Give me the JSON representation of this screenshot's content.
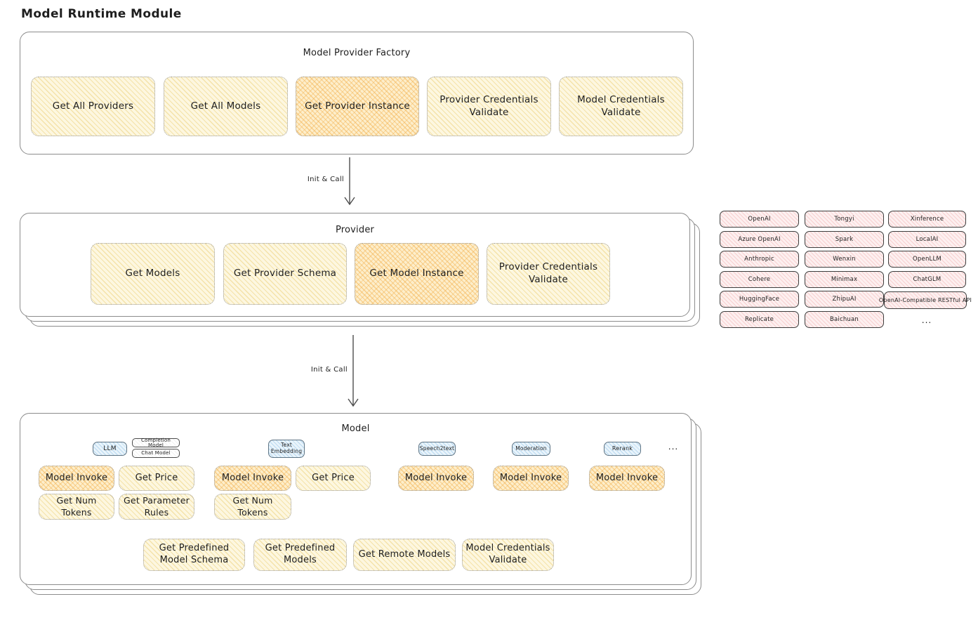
{
  "page_title": "Model Runtime Module",
  "arrows": {
    "init_call": "Init & Call"
  },
  "factory": {
    "title": "Model Provider Factory",
    "buttons": [
      "Get All Providers",
      "Get All Models",
      "Get Provider Instance",
      "Provider Credentials Validate",
      "Model Credentials Validate"
    ]
  },
  "provider": {
    "title": "Provider",
    "buttons": [
      "Get Models",
      "Get Provider Schema",
      "Get Model Instance",
      "Provider Credentials Validate"
    ]
  },
  "provider_list": {
    "column_1": [
      "OpenAI",
      "Azure OpenAI",
      "Anthropic",
      "Cohere",
      "HuggingFace",
      "Replicate"
    ],
    "column_2": [
      "Tongyi",
      "Spark",
      "Wenxin",
      "Minimax",
      "ZhipuAI",
      "Baichuan"
    ],
    "column_3": [
      "Xinference",
      "LocalAI",
      "OpenLLM",
      "ChatGLM",
      "OpenAI-Compatible RESTful API"
    ],
    "more": "..."
  },
  "model": {
    "title": "Model",
    "types": {
      "llm": "LLM",
      "completion_model": "Completion Model",
      "chat_model": "Chat Model",
      "text_embedding": "Text Embedding",
      "speech2text": "Speech2text",
      "moderation": "Moderation",
      "rerank": "Rerank",
      "more": "..."
    },
    "actions": {
      "model_invoke": "Model Invoke",
      "get_price": "Get Price",
      "get_num_tokens": "Get Num Tokens",
      "get_parameter_rules": "Get Parameter Rules",
      "get_predefined_model_schema": "Get Predefined Model Schema",
      "get_predefined_models": "Get Predefined Models",
      "get_remote_models": "Get Remote Models",
      "model_credentials_validate": "Model Credentials Validate"
    }
  },
  "colors": {
    "action_button_fill": "#fdf7e0",
    "action_button_hatch": "#ecd27d",
    "highlighted_button_fill": "#fdeecb",
    "highlighted_button_hatch": "#f3b250",
    "model_type_tag_fill": "#e9f4fb",
    "provider_chip_fill": "#fdf0f0",
    "provider_chip_hatch": "#f0aaaa",
    "box_border": "#8c8c8c",
    "chip_border": "#3d3d3d",
    "text": "#1e1e1e"
  }
}
